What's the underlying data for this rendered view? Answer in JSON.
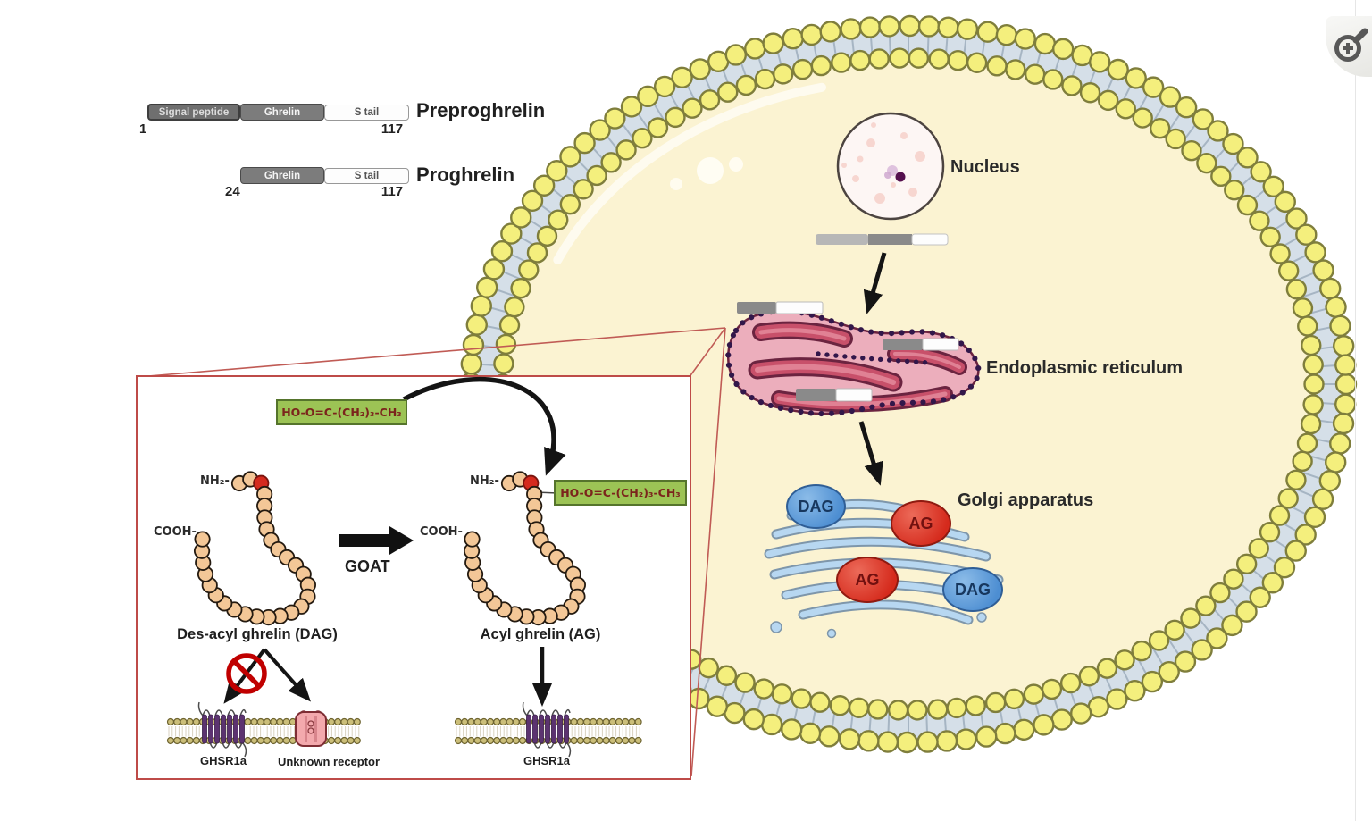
{
  "protein_maps": {
    "preproghrelin": {
      "name": "Preproghrelin",
      "segments": [
        {
          "label": "Signal peptide"
        },
        {
          "label": "Ghrelin"
        },
        {
          "label": "S tail"
        }
      ],
      "start_num": "1",
      "end_num": "117"
    },
    "proghrelin": {
      "name": "Proghrelin",
      "segments": [
        {
          "label": "Ghrelin"
        },
        {
          "label": "S tail"
        }
      ],
      "start_num": "24",
      "end_num": "117"
    }
  },
  "cell": {
    "nucleus_label": "Nucleus",
    "er_label": "Endoplasmic reticulum",
    "golgi_label": "Golgi apparatus",
    "vesicles": [
      {
        "label": "DAG"
      },
      {
        "label": "AG"
      },
      {
        "label": "AG"
      },
      {
        "label": "DAG"
      }
    ]
  },
  "inset": {
    "octanoate_formula": "HO-O=C-(CH₂)₃-CH₃",
    "amino_terminus": "NH₂-",
    "carboxy_terminus": "COOH-",
    "enzyme_label": "GOAT",
    "desacyl_label": "Des-acyl ghrelin (DAG)",
    "acyl_label": "Acyl ghrelin (AG)",
    "ghsr1a": "GHSR1a",
    "unknown_receptor": "Unknown receptor"
  },
  "viewer": {
    "zoom_button_icon": "zoom-in-icon"
  },
  "colors": {
    "accent_red": "#BE4B48",
    "membrane_yellow": "#F4EF7D",
    "cytoplasm": "#FBF3D2",
    "golgi_blue": "#B7D7F1",
    "vesicle_blue": "#4D8ED2",
    "vesicle_red": "#D52A1C",
    "formula_green": "#9CC355",
    "receptor_purple": "#5C3370"
  }
}
